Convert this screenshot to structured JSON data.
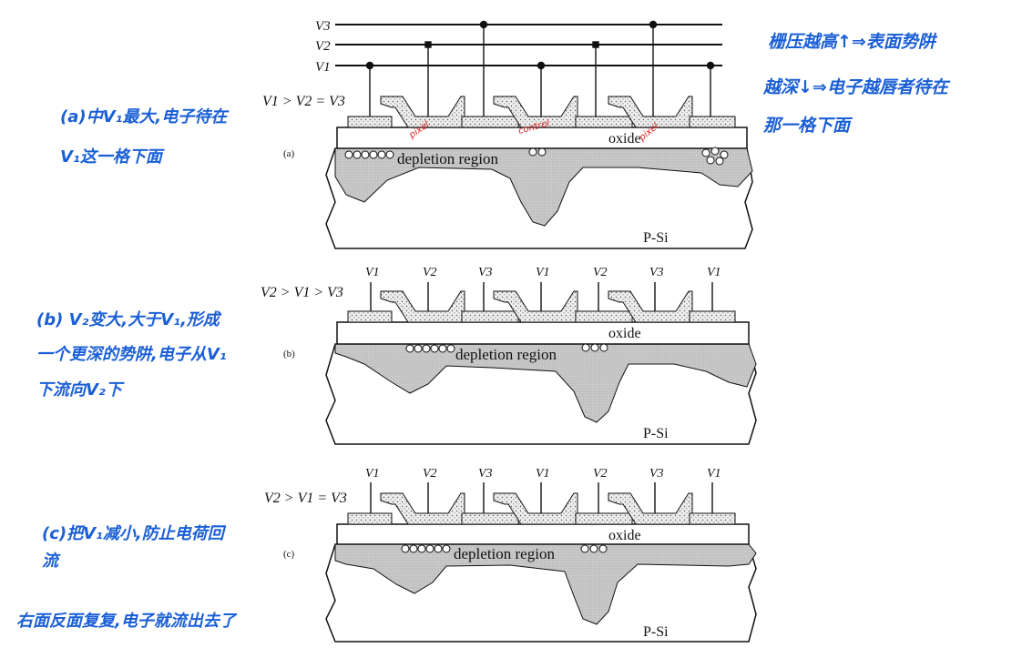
{
  "panels": [
    {
      "id": "a",
      "panel_label": "(a)",
      "bus_labels": [
        "V3",
        "V2",
        "V1"
      ],
      "voltage_relation": "V1 > V2 = V3",
      "gate_labels": [],
      "oxide_label": "oxide",
      "depletion_label": "depletion region",
      "substrate_label": "P-Si",
      "annotations": [
        "pixel",
        "control",
        "pixel"
      ]
    },
    {
      "id": "b",
      "panel_label": "(b)",
      "voltage_relation": "V2 > V1 > V3",
      "gate_labels": [
        "V1",
        "V2",
        "V3",
        "V1",
        "V2",
        "V3",
        "V1"
      ],
      "oxide_label": "oxide",
      "depletion_label": "depletion region",
      "substrate_label": "P-Si"
    },
    {
      "id": "c",
      "panel_label": "(c)",
      "voltage_relation": "V2 > V1 = V3",
      "gate_labels": [
        "V1",
        "V2",
        "V3",
        "V1",
        "V2",
        "V3",
        "V1"
      ],
      "oxide_label": "oxide",
      "depletion_label": "depletion region",
      "substrate_label": "P-Si"
    }
  ],
  "handwritten_notes": {
    "top_right": [
      "栅压越高↑⇒表面势阱",
      "越深↓⇒电子越唇者待在",
      "那一格下面"
    ],
    "a": [
      "(a)中V₁最大,电子待在",
      "V₁这一格下面"
    ],
    "b": [
      "(b) V₂变大,大于V₁,形成",
      "一个更深的势阱,电子从V₁",
      "下流向V₂下"
    ],
    "c": [
      "(c)把V₁减小,防止电荷回",
      "流"
    ],
    "bottom": [
      "右面反面复复,电子就流出去了"
    ]
  },
  "colors": {
    "notes": "#1a5fd6",
    "annotations": "#e01e1e",
    "ink": "#111111",
    "depletion_fill": "#c6c6c6",
    "gate_fill": "#ececec"
  }
}
